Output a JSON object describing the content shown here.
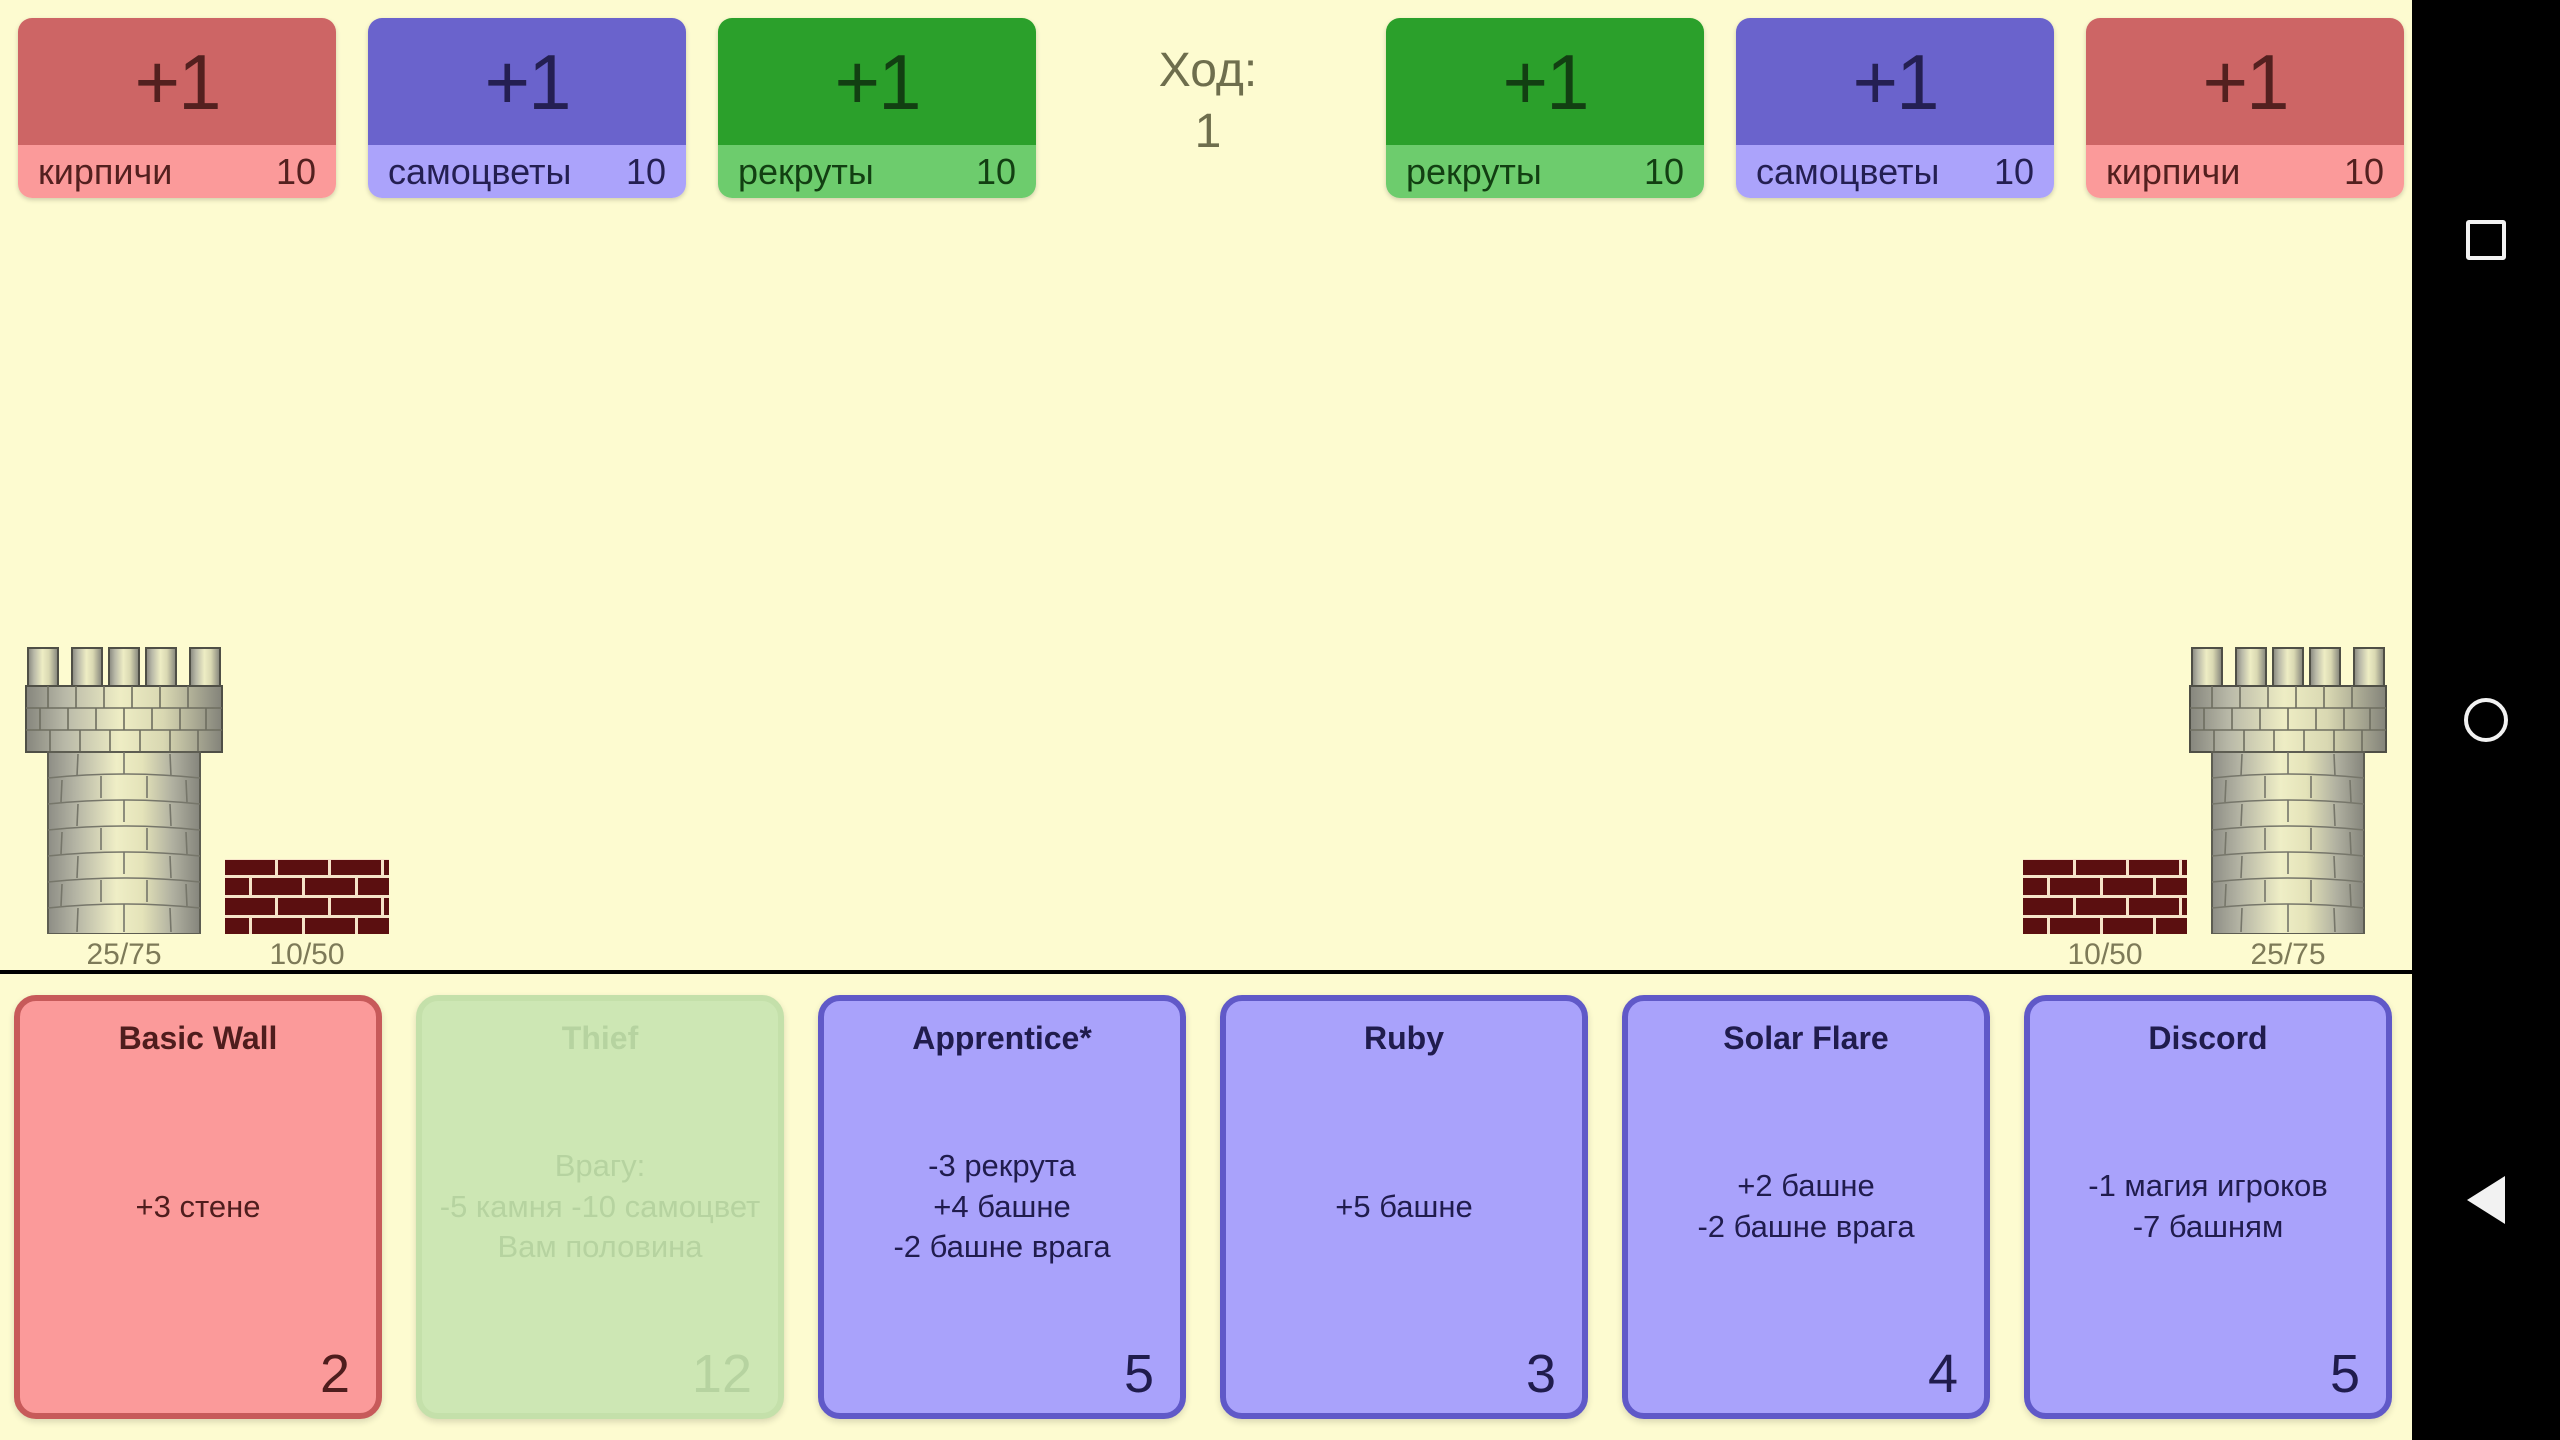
{
  "background_color": "#fdfbd0",
  "turn": {
    "label": "Ход:",
    "value": "1"
  },
  "resources": {
    "player_left": [
      {
        "delta": "+1",
        "name": "кирпичи",
        "count": "10",
        "color": "red"
      },
      {
        "delta": "+1",
        "name": "самоцветы",
        "count": "10",
        "color": "purple"
      },
      {
        "delta": "+1",
        "name": "рекруты",
        "count": "10",
        "color": "green"
      }
    ],
    "player_right": [
      {
        "delta": "+1",
        "name": "рекруты",
        "count": "10",
        "color": "green"
      },
      {
        "delta": "+1",
        "name": "самоцветы",
        "count": "10",
        "color": "purple"
      },
      {
        "delta": "+1",
        "name": "кирпичи",
        "count": "10",
        "color": "red"
      }
    ]
  },
  "battlefield": {
    "left": {
      "tower_hp": "25/75",
      "wall_hp": "10/50"
    },
    "right": {
      "tower_hp": "25/75",
      "wall_hp": "10/50"
    }
  },
  "hand": {
    "cards": [
      {
        "title": "Basic Wall",
        "text": "+3 стене",
        "cost": "2",
        "style": "red",
        "enabled": true
      },
      {
        "title": "Thief",
        "text": "Врагу:\n-5 камня -10 самоцвет\nВам половина",
        "cost": "12",
        "style": "disabled",
        "enabled": false
      },
      {
        "title": "Apprentice*",
        "text": "-3 рекрута\n+4 башне\n-2 башне врага",
        "cost": "5",
        "style": "blue",
        "enabled": true
      },
      {
        "title": "Ruby",
        "text": "+5 башне",
        "cost": "3",
        "style": "blue",
        "enabled": true
      },
      {
        "title": "Solar Flare",
        "text": "+2 башне\n-2 башне врага",
        "cost": "4",
        "style": "blue",
        "enabled": true
      },
      {
        "title": "Discord",
        "text": "-1 магия игроков\n-7 башням",
        "cost": "5",
        "style": "blue",
        "enabled": true
      }
    ]
  },
  "navbar": {
    "recents": "recents-square-icon",
    "home": "home-circle-icon",
    "back": "back-triangle-icon"
  },
  "colors": {
    "brick_red_dark": "#cd6565",
    "brick_red_light": "#fb9a9a",
    "gem_purple_dark": "#6a63cc",
    "gem_purple_light": "#aba3fb",
    "recruit_green_dark": "#2ba02b",
    "recruit_green_light": "#6dcc6d",
    "wall_brick": "#5b0f10",
    "tower_stone": "#e8e6c0"
  }
}
